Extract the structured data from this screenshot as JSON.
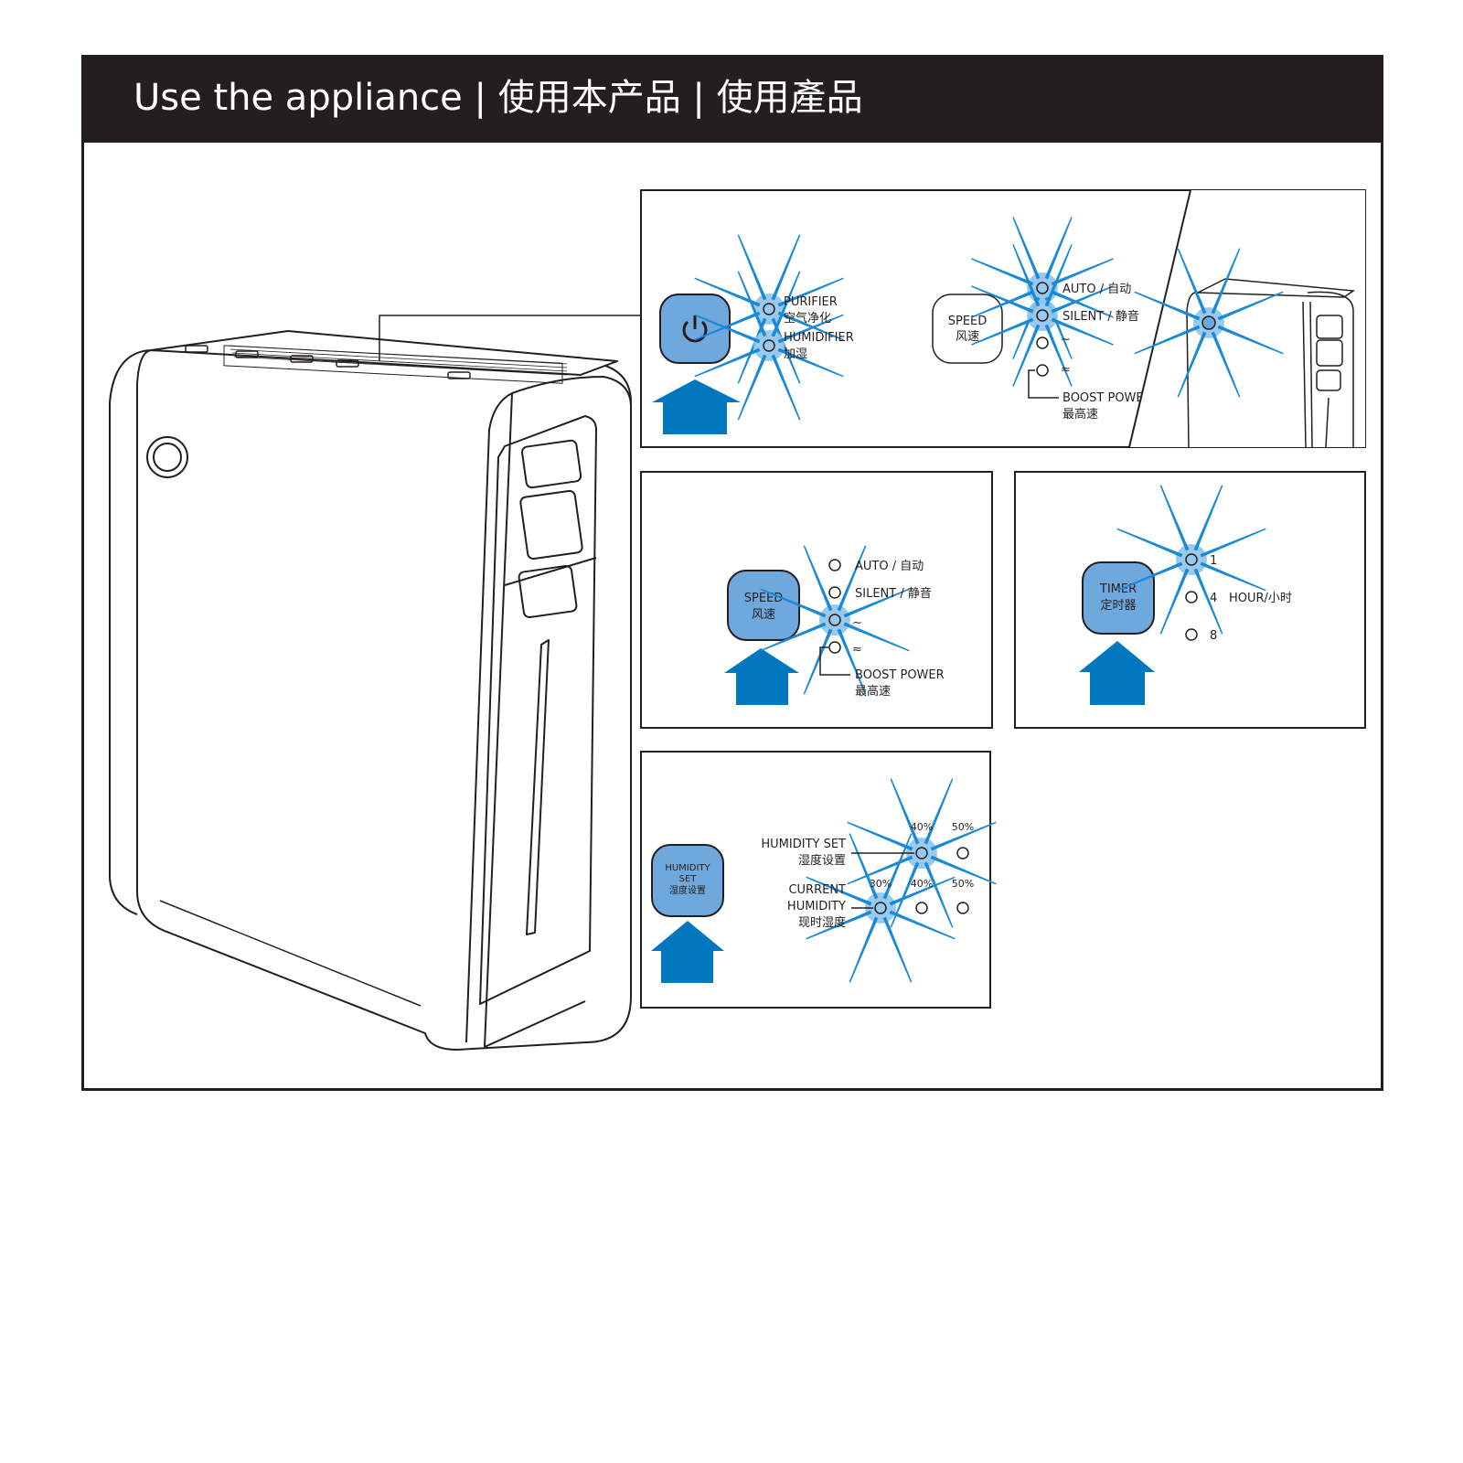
{
  "header": {
    "title": "Use the appliance | 使用本产品 | 使用產品"
  },
  "colors": {
    "ink": "#231f20",
    "button": "#6fa8dc",
    "arrow": "#0077be",
    "flash": "#1a8ad6",
    "glow": "#8ec3ea"
  },
  "panel_power": {
    "mode_labels": [
      {
        "en": "PURIFIER",
        "cn": "空气净化"
      },
      {
        "en": "HUMIDIFIER",
        "cn": "加湿"
      }
    ],
    "speed_button": {
      "en": "SPEED",
      "cn": "风速"
    },
    "speed_labels": [
      "AUTO / 自动",
      "SILENT / 静音"
    ],
    "boost": {
      "en": "BOOST POWER",
      "cn": "最高速"
    }
  },
  "panel_speed": {
    "button": {
      "en": "SPEED",
      "cn": "风速"
    },
    "labels": [
      "AUTO / 自动",
      "SILENT / 静音"
    ],
    "boost": {
      "en": "BOOST POWER",
      "cn": "最高速"
    }
  },
  "panel_timer": {
    "button": {
      "en": "TIMER",
      "cn": "定时器"
    },
    "labels": [
      "1",
      "4",
      "8"
    ],
    "unit": "HOUR/小时"
  },
  "panel_humidity": {
    "button": {
      "line1": "HUMIDITY",
      "line2": "SET",
      "cn": "湿度设置"
    },
    "set_label": {
      "en": "HUMIDITY SET",
      "cn": "湿度设置"
    },
    "current_label": {
      "en1": "CURRENT",
      "en2": "HUMIDITY",
      "cn": "现时湿度"
    },
    "row1": [
      "40%",
      "50%"
    ],
    "row2": [
      "30%",
      "40%",
      "50%"
    ]
  }
}
